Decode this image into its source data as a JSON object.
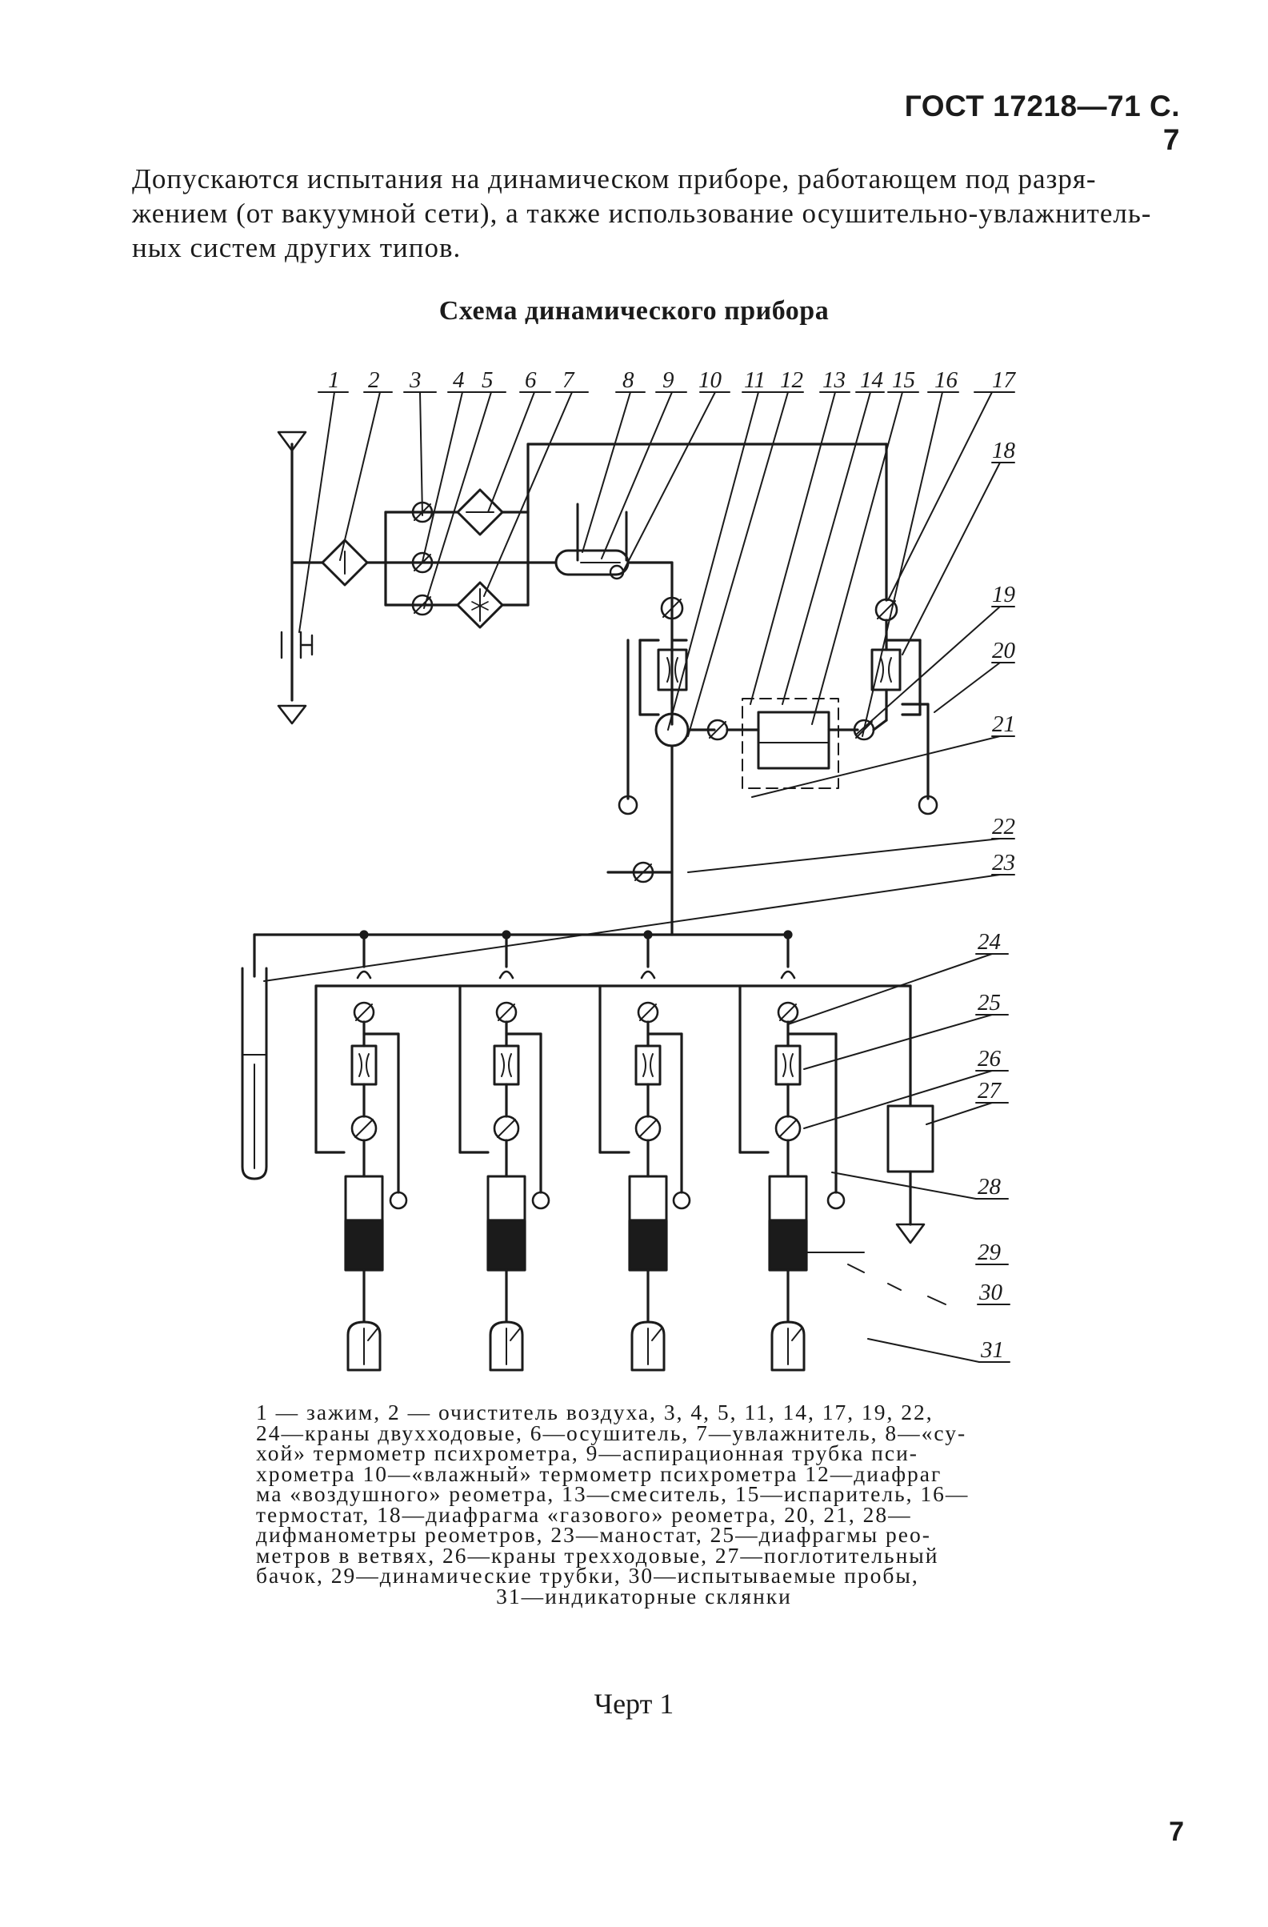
{
  "header": {
    "standard": "ГОСТ 17218—71 С. 7"
  },
  "intro": {
    "lines": [
      "Допускаются испытания на динамическом приборе, работающем под разря-",
      "жением (от вакуумной сети), а также использование осушительно-увлажнитель-",
      "ных систем других типов."
    ]
  },
  "diagram": {
    "title": "Схема динамического прибора",
    "labels": [
      "1",
      "2",
      "3",
      "4",
      "5",
      "6",
      "7",
      "8",
      "9",
      "10",
      "11",
      "12",
      "13",
      "14",
      "15",
      "16",
      "17",
      "18",
      "19",
      "20",
      "21",
      "22",
      "23",
      "24",
      "25",
      "26",
      "27",
      "28",
      "29",
      "30",
      "31"
    ]
  },
  "caption": {
    "lines": [
      "1 — зажим, 2 — очиститель воздуха, 3, 4, 5, 11, 14, 17, 19, 22,",
      "24—краны двухходовые, 6—осушитель, 7—увлажнитель, 8—«су-",
      "хой» термометр психрометра, 9—аспирационная трубка пси-",
      "хрометра 10—«влажный» термометр психрометра 12—диафраг",
      "ма «воздушного» реометра, 13—смеситель, 15—испаритель, 16—",
      "термостат, 18—диафрагма «газового» реометра, 20, 21, 28—",
      "дифманометры реометров, 23—маностат, 25—диафрагмы рео-",
      "метров в ветвях, 26—краны трехходовые, 27—поглотительный",
      "бачок, 29—динамические трубки, 30—испытываемые пробы,"
    ],
    "last_line": "31—индикаторные склянки"
  },
  "figure_label": "Черт 1",
  "page_number": "7"
}
